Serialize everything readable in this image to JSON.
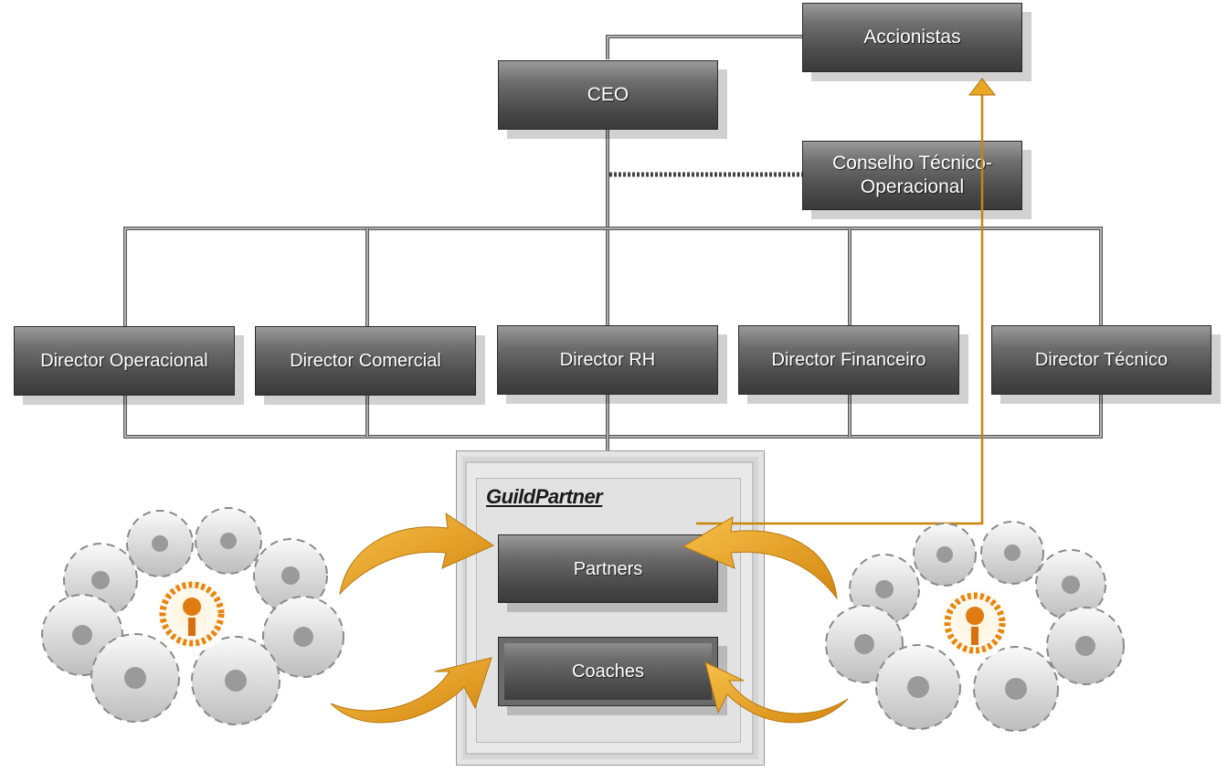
{
  "nodes": {
    "accionistas": "Accionistas",
    "ceo": "CEO",
    "conselho_line1": "Conselho Técnico-",
    "conselho_line2": "Operacional",
    "director_operacional": "Director Operacional",
    "director_comercial": "Director Comercial",
    "director_rh": "Director RH",
    "director_financeiro": "Director Financeiro",
    "director_tecnico": "Director Técnico",
    "guildpartner": "GuildPartner",
    "partners": "Partners",
    "coaches": "Coaches"
  },
  "colors": {
    "box_dark": "#3a3a3a",
    "box_light": "#9a9a9a",
    "connector_gold": "#c8860a",
    "arrow_orange": "#e39b1a"
  },
  "icons": [
    "gear-cluster-left-icon",
    "gear-cluster-right-icon",
    "curved-arrow-icon",
    "people-circle-icon"
  ]
}
